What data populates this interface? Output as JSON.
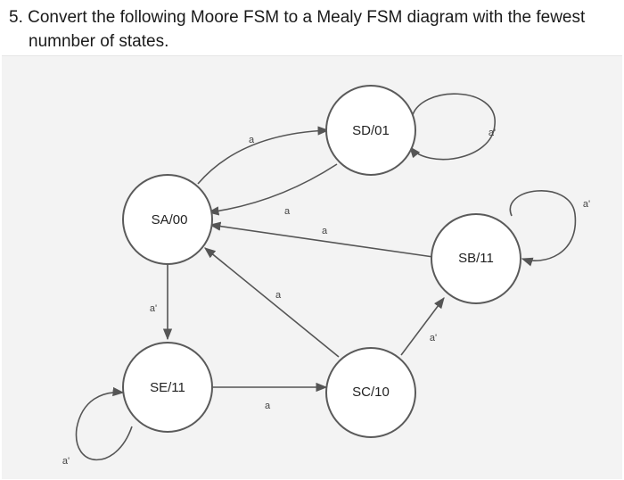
{
  "question": {
    "line1": "5. Convert the following Moore FSM to a Mealy FSM diagram with the fewest",
    "line2": "numnber of states."
  },
  "diagram": {
    "states": {
      "sa": "SA/00",
      "sd": "SD/01",
      "sb": "SB/11",
      "se": "SE/11",
      "sc": "SC/10"
    },
    "transitions": {
      "sa_to_sd": "a",
      "sd_to_sa": "a",
      "sd_to_sd": "a'",
      "sb_to_sa": "a",
      "sb_to_sb": "a'",
      "sc_to_sa": "a",
      "sa_to_se": "a'",
      "se_to_se": "a'",
      "se_to_sc": "a",
      "sc_to_sb": "a'"
    }
  }
}
